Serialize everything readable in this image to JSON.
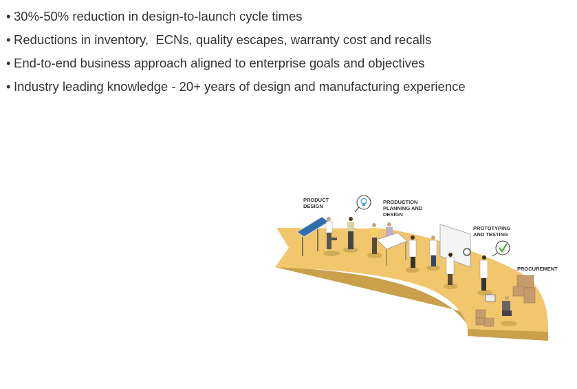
{
  "bullets": [
    "30%-50% reduction in design-to-launch cycle times",
    "Reductions in inventory,  ECNs, quality escapes, warranty cost and recalls",
    "End-to-end business approach aligned to enterprise goals and objectives",
    "Industry leading knowledge - 20+ years of design and manufacturing experience"
  ],
  "bullet_symbol": "•",
  "illustration": {
    "stages": [
      {
        "line1": "PRODUCT",
        "line2": "DESIGN",
        "line3": ""
      },
      {
        "line1": "PRODUCTION",
        "line2": "PLANNING AND",
        "line3": "DESIGN"
      },
      {
        "line1": "PROTOTYPING",
        "line2": "AND TESTING",
        "line3": ""
      },
      {
        "line1": "PROCUREMENT",
        "line2": "",
        "line3": ""
      }
    ],
    "colors": {
      "path_top": "#f1c66d",
      "path_side": "#caa04b",
      "check": "#4caf3a",
      "bulb": "#3a9fd8"
    }
  }
}
